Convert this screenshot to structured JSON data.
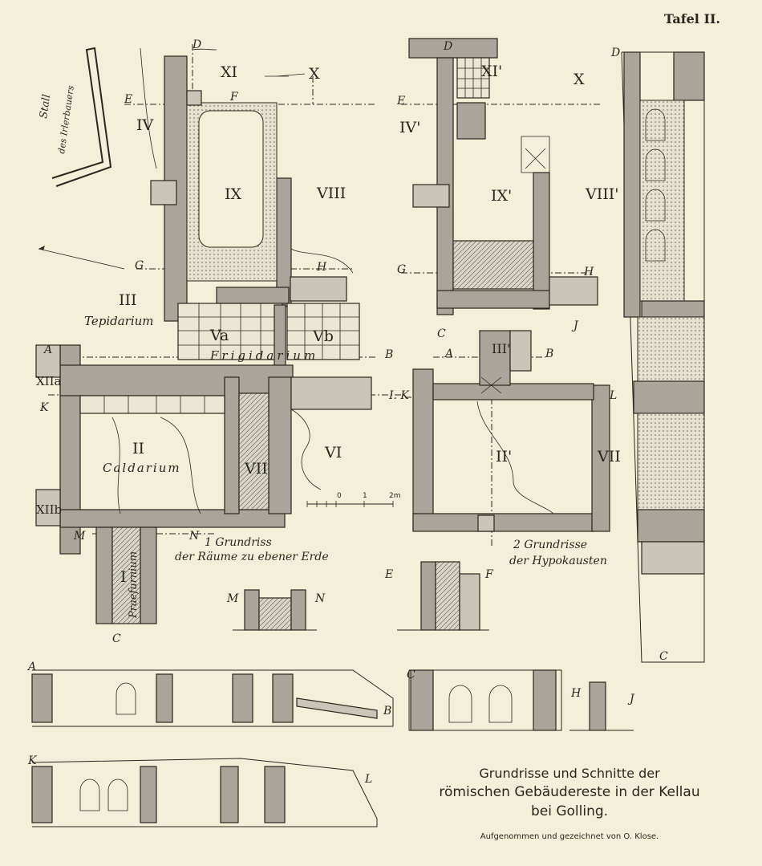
{
  "plate_label": "Tafel II.",
  "caption": {
    "line1": "Grundrisse und Schnitte der",
    "line2": "römischen Gebäudereste in der Kellau",
    "line3": "bei Golling.",
    "credit": "Aufgenommen und gezeichnet von O. Klose."
  },
  "plan1": {
    "title_line1": "1 Grundriss",
    "title_line2": "der Räume zu ebener Erde",
    "rooms": {
      "I": "I",
      "II": "II",
      "III": "III",
      "IV": "IV",
      "VIII": "VIII",
      "IX": "IX",
      "X": "X",
      "XI": "XI",
      "XIIa": "XIIa",
      "XIIb": "XIIb",
      "VII": "VII",
      "VI": "VI",
      "Va": "Va",
      "Vb": "Vb"
    },
    "names": {
      "tepidarium": "Tepidarium",
      "frigidarium": "Frigidarium",
      "caldarium": "Caldarium",
      "praefurnium": "Praefurnium"
    }
  },
  "plan2": {
    "title_line1": "2 Grundrisse",
    "title_line2": "der Hypokausten",
    "rooms": {
      "II": "II'",
      "III": "III'",
      "IV": "IV'",
      "VII": "VII",
      "VIII": "VIII'",
      "IX": "IX'",
      "X": "X",
      "XI": "XI'"
    }
  },
  "stall_label_1": "Stall",
  "stall_label_2": "des Irlerbauers",
  "scale": {
    "zero": "0",
    "one": "1",
    "two": "2m"
  },
  "section_letters": [
    "A",
    "B",
    "C",
    "D",
    "E",
    "F",
    "G",
    "H",
    "J",
    "K",
    "L",
    "M",
    "N"
  ]
}
